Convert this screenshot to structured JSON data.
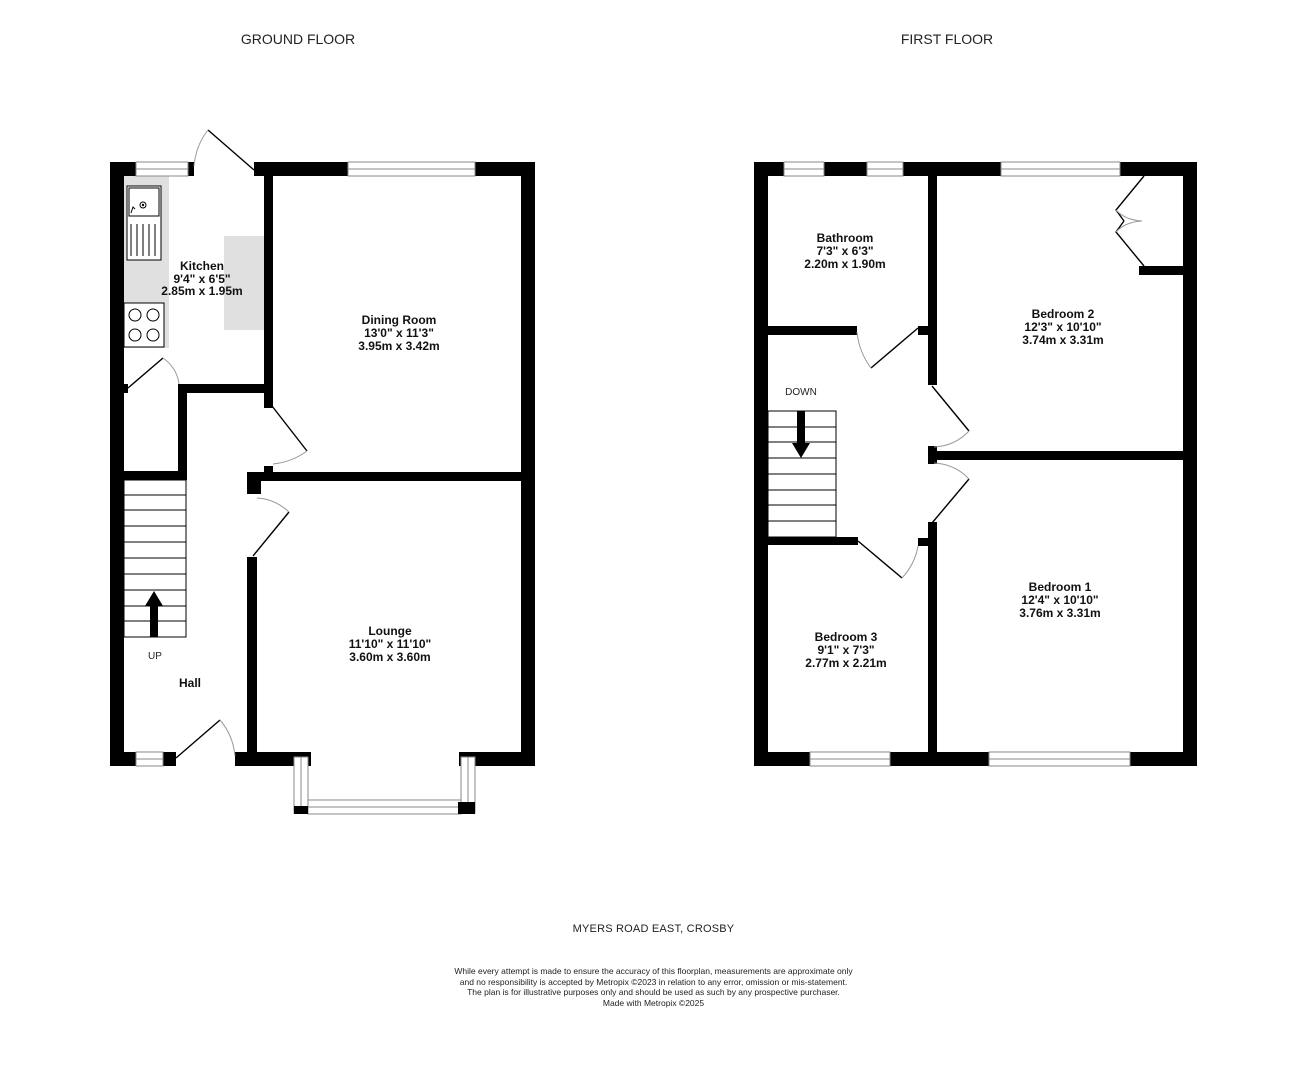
{
  "floors": {
    "ground": {
      "title": "GROUND FLOOR"
    },
    "first": {
      "title": "FIRST FLOOR"
    }
  },
  "rooms": {
    "kitchen": {
      "name": "Kitchen",
      "imperial": "9'4\"  x 6'5\"",
      "metric": "2.85m  x 1.95m"
    },
    "dining": {
      "name": "Dining Room",
      "imperial": "13'0\"  x 11'3\"",
      "metric": "3.95m  x 3.42m"
    },
    "lounge": {
      "name": "Lounge",
      "imperial": "11'10\"  x 11'10\"",
      "metric": "3.60m  x 3.60m"
    },
    "hall": {
      "name": "Hall"
    },
    "bathroom": {
      "name": "Bathroom",
      "imperial": "7'3\"  x 6'3\"",
      "metric": "2.20m  x 1.90m"
    },
    "bedroom2": {
      "name": "Bedroom 2",
      "imperial": "12'3\"  x 10'10\"",
      "metric": "3.74m  x 3.31m"
    },
    "bedroom1": {
      "name": "Bedroom 1",
      "imperial": "12'4\"  x 10'10\"",
      "metric": "3.76m  x 3.31m"
    },
    "bedroom3": {
      "name": "Bedroom 3",
      "imperial": "9'1\"  x 7'3\"",
      "metric": "2.77m  x 2.21m"
    }
  },
  "stairs": {
    "ground_label": "UP",
    "first_label": "DOWN"
  },
  "address": "MYERS ROAD EAST, CROSBY",
  "disclaimer": [
    "While every attempt is made to ensure the accuracy of this floorplan, measurements are approximate only",
    "and no responsibility is accepted by Metropix ©2023 in relation to any error, omission or mis-statement.",
    "The plan is for illustrative purposes only and should be used as such by any prospective purchaser.",
    "Made with Metropix ©2025"
  ],
  "icons": {
    "sink": "sink-icon",
    "hob": "hob-icon",
    "stairs_up_arrow": "arrow-up-icon",
    "stairs_down_arrow": "arrow-down-icon"
  },
  "colors": {
    "wall": "#000000",
    "window_frame": "#888888",
    "worktop": "#e0e0e0",
    "background": "#ffffff"
  }
}
